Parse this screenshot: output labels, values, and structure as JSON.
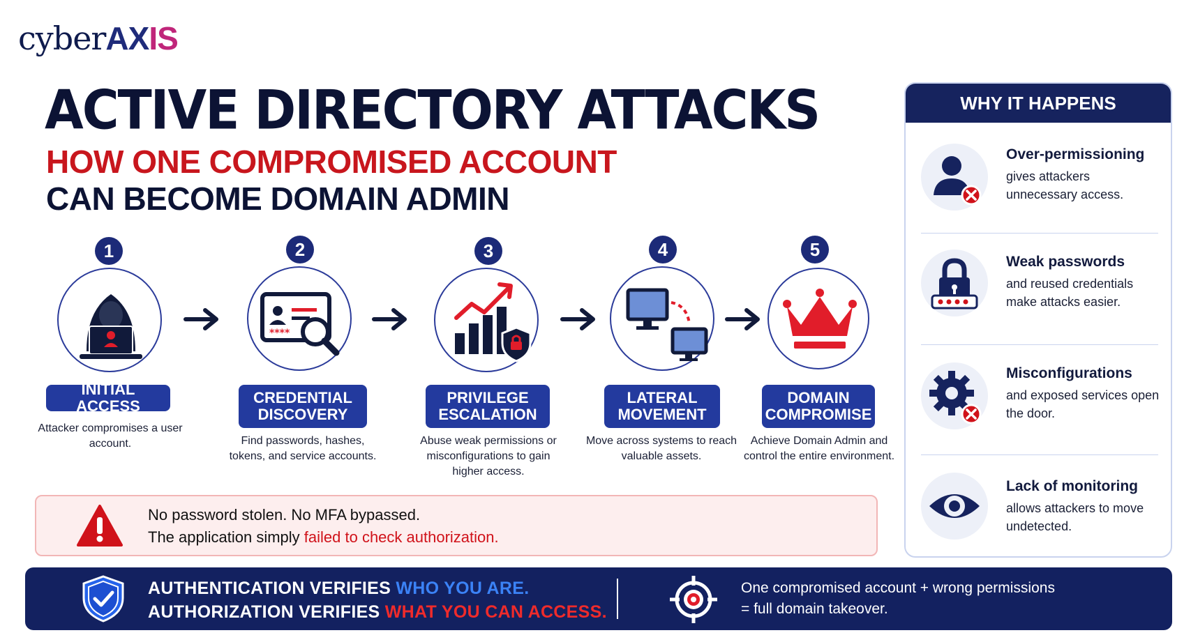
{
  "logo": {
    "part1": "cyber",
    "part2": "AX",
    "part3": "IS"
  },
  "title": "ACTIVE DIRECTORY ATTACKS",
  "subtitle_line1": "HOW ONE COMPROMISED ACCOUNT",
  "subtitle_line2": "CAN BECOME DOMAIN ADMIN",
  "steps": [
    {
      "number": "1",
      "label": "INITIAL ACCESS",
      "desc": "Attacker compromises a user account.",
      "icon": "hooded-attacker-laptop-icon"
    },
    {
      "number": "2",
      "label": "CREDENTIAL DISCOVERY",
      "desc": "Find passwords, hashes, tokens, and service accounts.",
      "icon": "id-card-magnifier-icon"
    },
    {
      "number": "3",
      "label": "PRIVILEGE ESCALATION",
      "desc": "Abuse weak permissions or misconfigurations to gain higher access.",
      "icon": "growth-chart-shield-icon"
    },
    {
      "number": "4",
      "label": "LATERAL MOVEMENT",
      "desc": "Move across systems to reach valuable assets.",
      "icon": "two-monitors-icon"
    },
    {
      "number": "5",
      "label": "DOMAIN COMPROMISE",
      "desc": "Achieve Domain Admin and control the entire environment.",
      "icon": "crown-icon"
    }
  ],
  "warning": {
    "line1": "No password stolen. No MFA bypassed.",
    "line2_prefix": "The application simply ",
    "line2_highlight": "failed to check authorization."
  },
  "why": {
    "title": "WHY IT HAPPENS",
    "items": [
      {
        "title": "Over-permissioning",
        "desc": "gives attackers unnecessary access.",
        "icon": "user-denied-icon"
      },
      {
        "title": "Weak passwords",
        "desc": "and reused credentials make attacks easier.",
        "icon": "padlock-password-icon"
      },
      {
        "title": "Misconfigurations",
        "desc": "and exposed services open the door.",
        "icon": "gear-error-icon"
      },
      {
        "title": "Lack of monitoring",
        "desc": "allows attackers to move undetected.",
        "icon": "eye-icon"
      }
    ]
  },
  "bottom": {
    "auth_prefix": "AUTHENTICATION VERIFIES ",
    "auth_highlight": "WHO YOU ARE.",
    "authz_prefix": "AUTHORIZATION VERIFIES ",
    "authz_highlight": "WHAT YOU CAN ACCESS.",
    "right_line1": "One compromised account + wrong permissions",
    "right_line2": "= full domain takeover."
  },
  "colors": {
    "navy": "#16235e",
    "accent_blue": "#233a9e",
    "red": "#c8161d",
    "warn_bg": "#fdeeee"
  }
}
